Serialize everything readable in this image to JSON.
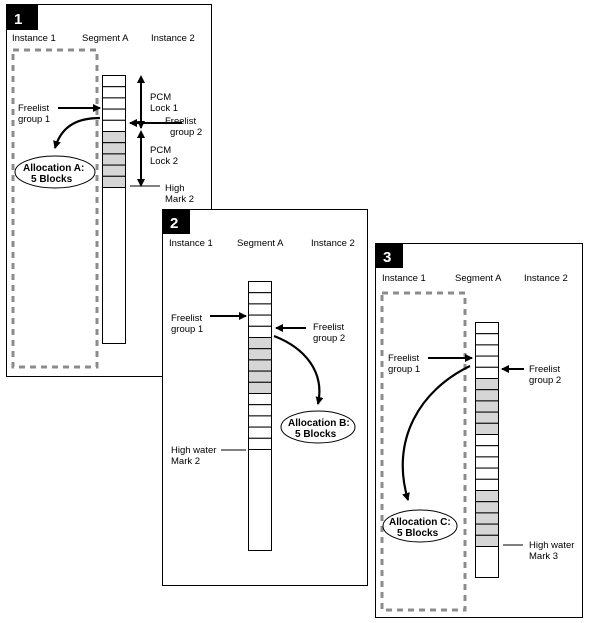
{
  "colors": {
    "line": "#000000",
    "used_block": "#d6d6d6",
    "free_block": "#ffffff",
    "dashed_box": "#8c8c8c",
    "badge_bg": "#000000"
  },
  "panels": [
    {
      "number": "1",
      "headers": {
        "instance1": "Instance 1",
        "segment": "Segment A",
        "instance2": "Instance 2"
      },
      "blocks": [
        "free",
        "free",
        "free",
        "free",
        "free",
        "used",
        "used",
        "used",
        "used",
        "used"
      ],
      "freelist1": [
        "Freelist",
        "group 1"
      ],
      "freelist2": [
        "Freelist",
        "group 2"
      ],
      "pcm_lock1": [
        "PCM",
        "Lock 1"
      ],
      "pcm_lock2": [
        "PCM",
        "Lock 2"
      ],
      "high_mark": [
        "High",
        "Mark 2"
      ],
      "allocation": [
        "Allocation A:",
        "5 Blocks"
      ]
    },
    {
      "number": "2",
      "headers": {
        "instance1": "Instance 1",
        "segment": "Segment  A",
        "instance2": "Instance 2"
      },
      "blocks": [
        "free",
        "free",
        "free",
        "free",
        "free",
        "used",
        "used",
        "used",
        "used",
        "used",
        "free",
        "free",
        "free",
        "free",
        "free"
      ],
      "freelist1": [
        "Freelist",
        "group 1"
      ],
      "freelist2": [
        "Freelist",
        "group 2"
      ],
      "high_mark": [
        "High water",
        "Mark 2"
      ],
      "allocation": [
        "Allocation B:",
        "5 Blocks"
      ]
    },
    {
      "number": "3",
      "headers": {
        "instance1": "Instance 1",
        "segment": "Segment A",
        "instance2": "Instance 2"
      },
      "blocks": [
        "free",
        "free",
        "free",
        "free",
        "free",
        "used",
        "used",
        "used",
        "used",
        "used",
        "free",
        "free",
        "free",
        "free",
        "free",
        "used",
        "used",
        "used",
        "used",
        "used"
      ],
      "freelist1": [
        "Freelist",
        "group 1"
      ],
      "freelist2": [
        "Freelist",
        "group 2"
      ],
      "high_mark": [
        "High water",
        "Mark 3"
      ],
      "allocation": [
        "Allocation C:",
        "5 Blocks"
      ]
    }
  ]
}
